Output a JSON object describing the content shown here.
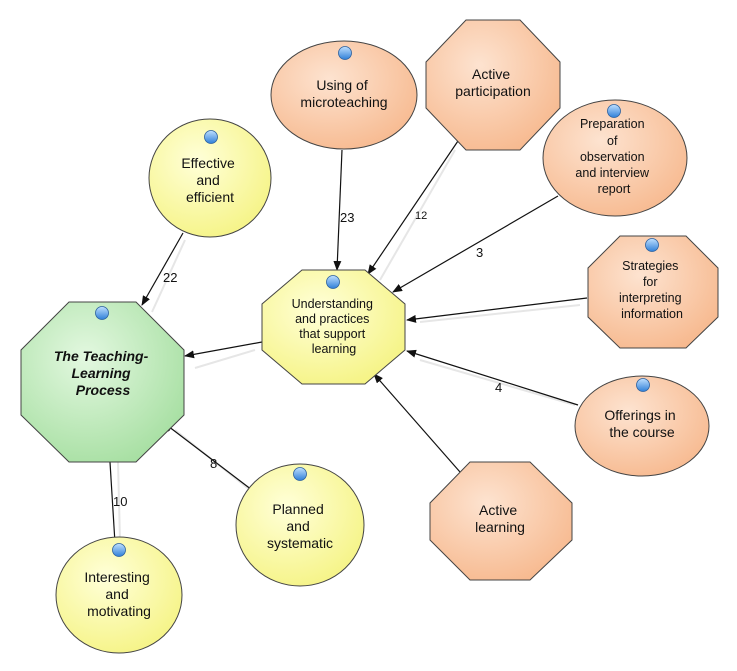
{
  "colors": {
    "green_fill": "#b6e8b2",
    "yellow_fill": "#fafaa0",
    "orange_fill": "#f9c6a0",
    "stroke": "#333333",
    "arrow": "#111111",
    "bubble": "#3f8fe6"
  },
  "nodes": {
    "teaching": {
      "lines": [
        "The Teaching-",
        "Learning",
        "Process"
      ]
    },
    "understanding": {
      "lines": [
        "Understanding",
        "and practices",
        "that support",
        "learning"
      ]
    },
    "effective": {
      "lines": [
        "Effective",
        "and",
        "efficient"
      ]
    },
    "microteaching": {
      "lines": [
        "Using of",
        "microteaching"
      ]
    },
    "participation": {
      "lines": [
        "Active",
        "participation"
      ]
    },
    "preparation": {
      "lines": [
        "Preparation",
        "of",
        "observation",
        "and interview",
        "report"
      ]
    },
    "strategies": {
      "lines": [
        "Strategies",
        "for",
        "interpreting",
        "information"
      ]
    },
    "offerings": {
      "lines": [
        "Offerings in",
        "the course"
      ]
    },
    "learning": {
      "lines": [
        "Active",
        "learning"
      ]
    },
    "planned": {
      "lines": [
        "Planned",
        "and",
        "systematic"
      ]
    },
    "interesting": {
      "lines": [
        "Interesting",
        "and",
        "motivating"
      ]
    }
  },
  "edges": {
    "effective_teaching": "22",
    "micro_understanding": "23",
    "participation_understanding": "12",
    "preparation_understanding": "3",
    "offerings_understanding": "4",
    "planned_teaching": "8",
    "interesting_teaching": "10"
  }
}
